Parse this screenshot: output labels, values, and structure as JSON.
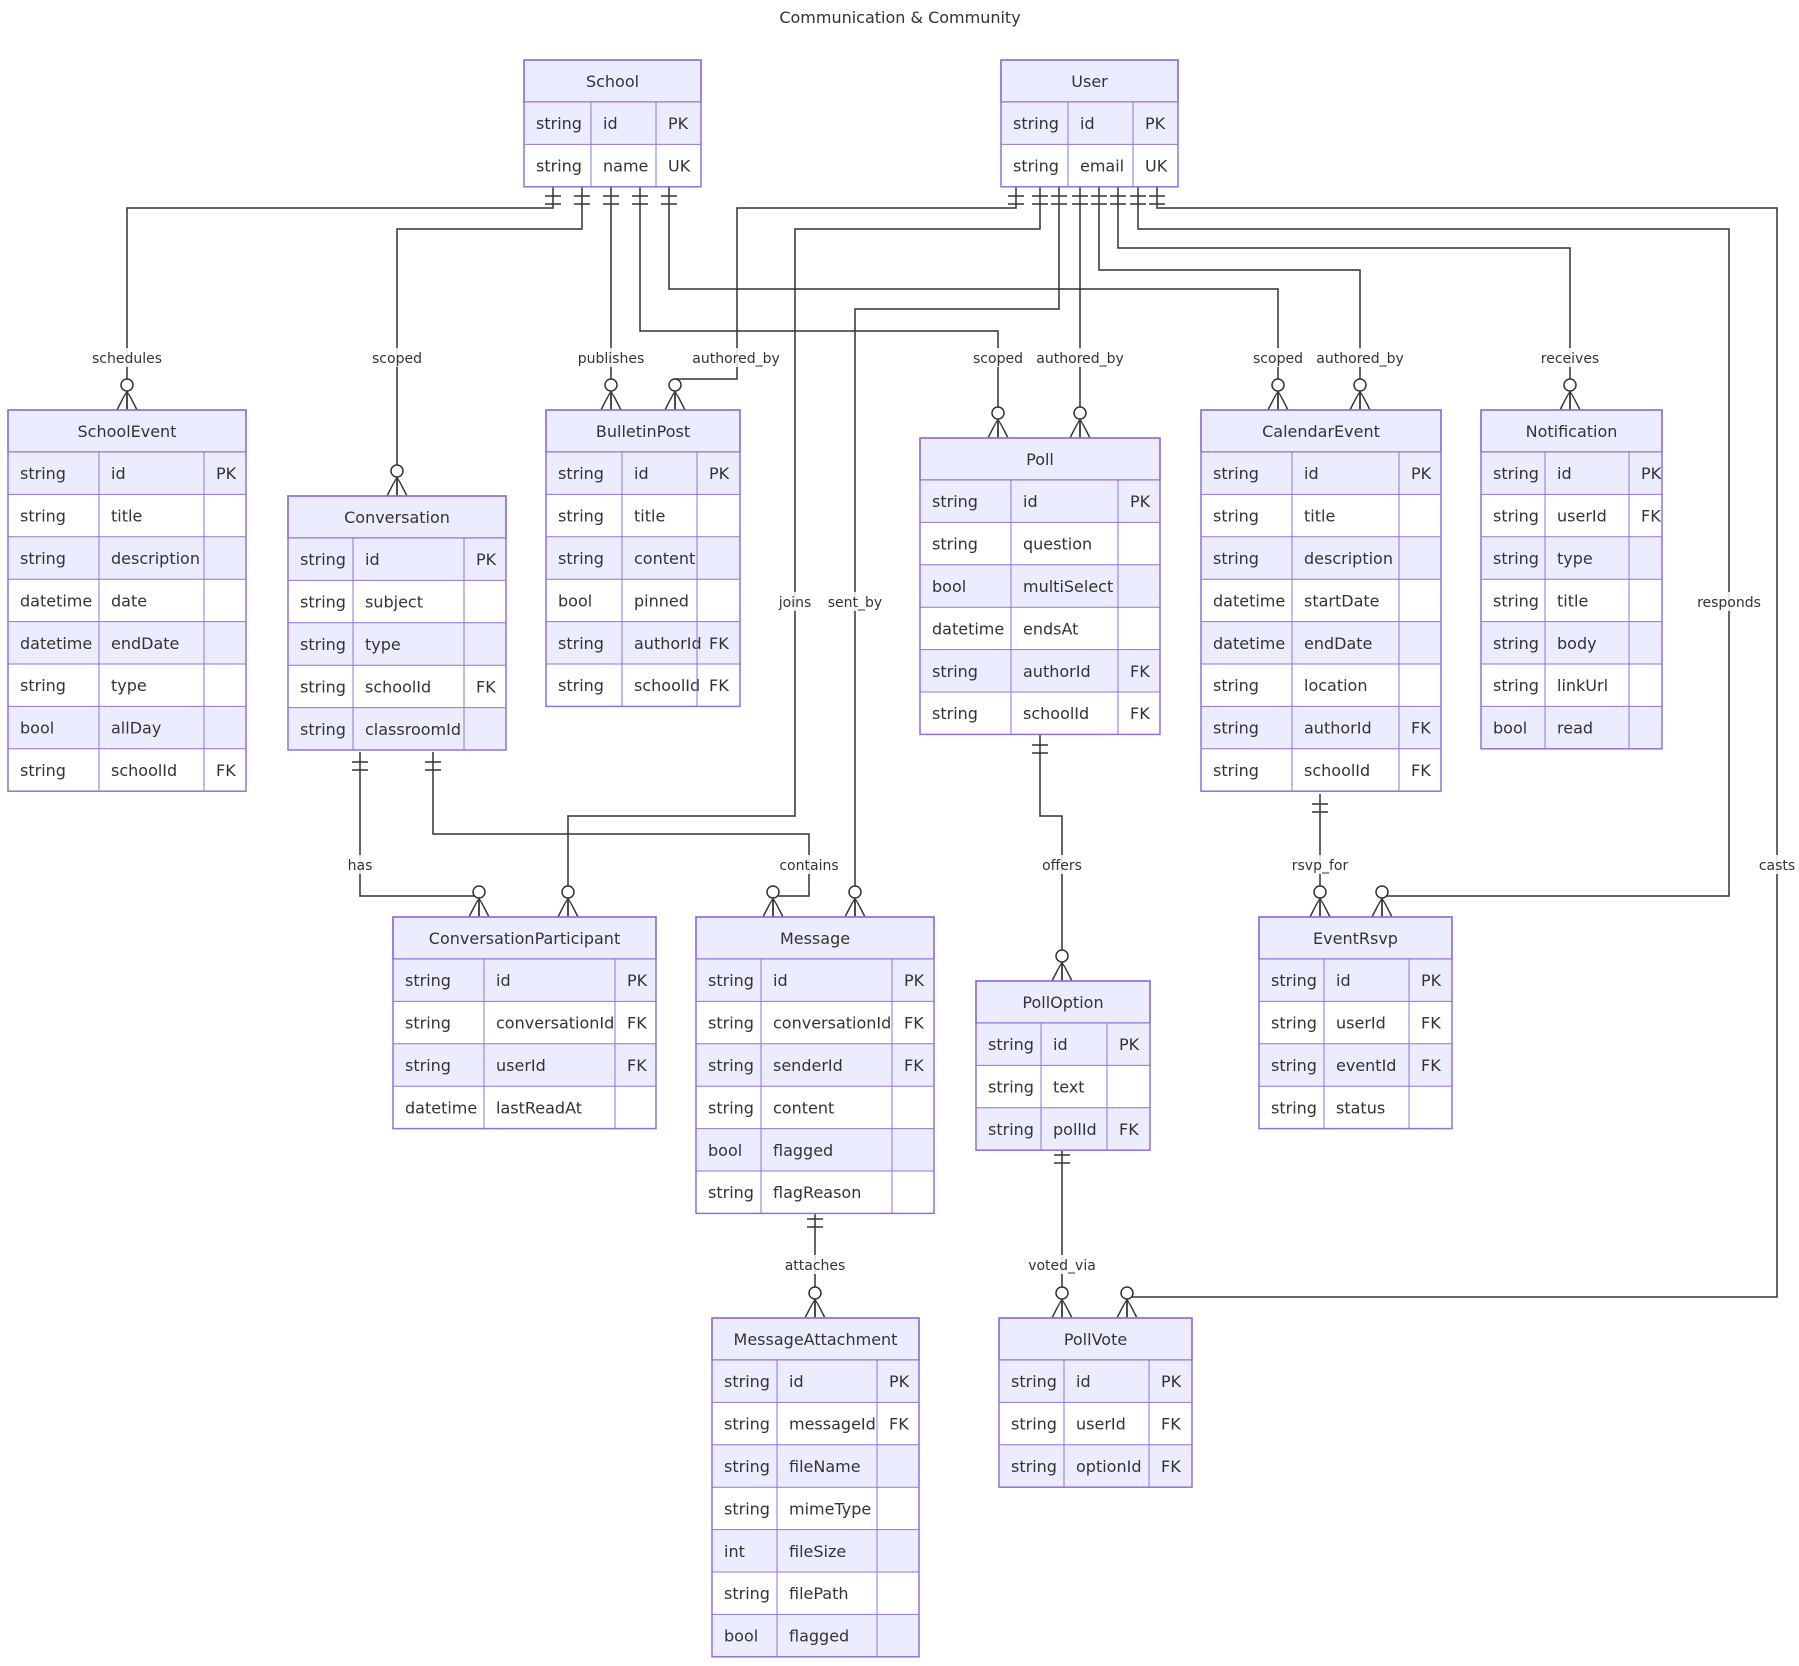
{
  "title": "Communication & Community",
  "entities": [
    {
      "id": "School",
      "name": "School",
      "attrs": [
        [
          "string",
          "id",
          "PK"
        ],
        [
          "string",
          "name",
          "UK"
        ]
      ]
    },
    {
      "id": "User",
      "name": "User",
      "attrs": [
        [
          "string",
          "id",
          "PK"
        ],
        [
          "string",
          "email",
          "UK"
        ]
      ]
    },
    {
      "id": "SchoolEvent",
      "name": "SchoolEvent",
      "attrs": [
        [
          "string",
          "id",
          "PK"
        ],
        [
          "string",
          "title",
          ""
        ],
        [
          "string",
          "description",
          ""
        ],
        [
          "datetime",
          "date",
          ""
        ],
        [
          "datetime",
          "endDate",
          ""
        ],
        [
          "string",
          "type",
          ""
        ],
        [
          "bool",
          "allDay",
          ""
        ],
        [
          "string",
          "schoolId",
          "FK"
        ]
      ]
    },
    {
      "id": "Conversation",
      "name": "Conversation",
      "attrs": [
        [
          "string",
          "id",
          "PK"
        ],
        [
          "string",
          "subject",
          ""
        ],
        [
          "string",
          "type",
          ""
        ],
        [
          "string",
          "schoolId",
          "FK"
        ],
        [
          "string",
          "classroomId",
          ""
        ]
      ]
    },
    {
      "id": "BulletinPost",
      "name": "BulletinPost",
      "attrs": [
        [
          "string",
          "id",
          "PK"
        ],
        [
          "string",
          "title",
          ""
        ],
        [
          "string",
          "content",
          ""
        ],
        [
          "bool",
          "pinned",
          ""
        ],
        [
          "string",
          "authorId",
          "FK"
        ],
        [
          "string",
          "schoolId",
          "FK"
        ]
      ]
    },
    {
      "id": "Poll",
      "name": "Poll",
      "attrs": [
        [
          "string",
          "id",
          "PK"
        ],
        [
          "string",
          "question",
          ""
        ],
        [
          "bool",
          "multiSelect",
          ""
        ],
        [
          "datetime",
          "endsAt",
          ""
        ],
        [
          "string",
          "authorId",
          "FK"
        ],
        [
          "string",
          "schoolId",
          "FK"
        ]
      ]
    },
    {
      "id": "CalendarEvent",
      "name": "CalendarEvent",
      "attrs": [
        [
          "string",
          "id",
          "PK"
        ],
        [
          "string",
          "title",
          ""
        ],
        [
          "string",
          "description",
          ""
        ],
        [
          "datetime",
          "startDate",
          ""
        ],
        [
          "datetime",
          "endDate",
          ""
        ],
        [
          "string",
          "location",
          ""
        ],
        [
          "string",
          "authorId",
          "FK"
        ],
        [
          "string",
          "schoolId",
          "FK"
        ]
      ]
    },
    {
      "id": "Notification",
      "name": "Notification",
      "attrs": [
        [
          "string",
          "id",
          "PK"
        ],
        [
          "string",
          "userId",
          "FK"
        ],
        [
          "string",
          "type",
          ""
        ],
        [
          "string",
          "title",
          ""
        ],
        [
          "string",
          "body",
          ""
        ],
        [
          "string",
          "linkUrl",
          ""
        ],
        [
          "bool",
          "read",
          ""
        ]
      ]
    },
    {
      "id": "ConversationParticipant",
      "name": "ConversationParticipant",
      "attrs": [
        [
          "string",
          "id",
          "PK"
        ],
        [
          "string",
          "conversationId",
          "FK"
        ],
        [
          "string",
          "userId",
          "FK"
        ],
        [
          "datetime",
          "lastReadAt",
          ""
        ]
      ]
    },
    {
      "id": "Message",
      "name": "Message",
      "attrs": [
        [
          "string",
          "id",
          "PK"
        ],
        [
          "string",
          "conversationId",
          "FK"
        ],
        [
          "string",
          "senderId",
          "FK"
        ],
        [
          "string",
          "content",
          ""
        ],
        [
          "bool",
          "flagged",
          ""
        ],
        [
          "string",
          "flagReason",
          ""
        ]
      ]
    },
    {
      "id": "PollOption",
      "name": "PollOption",
      "attrs": [
        [
          "string",
          "id",
          "PK"
        ],
        [
          "string",
          "text",
          ""
        ],
        [
          "string",
          "pollId",
          "FK"
        ]
      ]
    },
    {
      "id": "EventRsvp",
      "name": "EventRsvp",
      "attrs": [
        [
          "string",
          "id",
          "PK"
        ],
        [
          "string",
          "userId",
          "FK"
        ],
        [
          "string",
          "eventId",
          "FK"
        ],
        [
          "string",
          "status",
          ""
        ]
      ]
    },
    {
      "id": "MessageAttachment",
      "name": "MessageAttachment",
      "attrs": [
        [
          "string",
          "id",
          "PK"
        ],
        [
          "string",
          "messageId",
          "FK"
        ],
        [
          "string",
          "fileName",
          ""
        ],
        [
          "string",
          "mimeType",
          ""
        ],
        [
          "int",
          "fileSize",
          ""
        ],
        [
          "string",
          "filePath",
          ""
        ],
        [
          "bool",
          "flagged",
          ""
        ]
      ]
    },
    {
      "id": "PollVote",
      "name": "PollVote",
      "attrs": [
        [
          "string",
          "id",
          "PK"
        ],
        [
          "string",
          "userId",
          "FK"
        ],
        [
          "string",
          "optionId",
          "FK"
        ]
      ]
    }
  ],
  "relationships": [
    {
      "id": "school-schedules",
      "from": "School",
      "to": "SchoolEvent",
      "label": "schedules"
    },
    {
      "id": "school-scoped-conversation",
      "from": "School",
      "to": "Conversation",
      "label": "scoped"
    },
    {
      "id": "school-publishes",
      "from": "School",
      "to": "BulletinPost",
      "label": "publishes"
    },
    {
      "id": "user-authored-bulletin",
      "from": "User",
      "to": "BulletinPost",
      "label": "authored_by"
    },
    {
      "id": "school-scoped-poll",
      "from": "School",
      "to": "Poll",
      "label": "scoped"
    },
    {
      "id": "user-authored-poll",
      "from": "User",
      "to": "Poll",
      "label": "authored_by"
    },
    {
      "id": "school-scoped-calendar",
      "from": "School",
      "to": "CalendarEvent",
      "label": "scoped"
    },
    {
      "id": "user-authored-calendar",
      "from": "User",
      "to": "CalendarEvent",
      "label": "authored_by"
    },
    {
      "id": "user-receives",
      "from": "User",
      "to": "Notification",
      "label": "receives"
    },
    {
      "id": "user-joins",
      "from": "User",
      "to": "ConversationParticipant",
      "label": "joins"
    },
    {
      "id": "user-sent-by",
      "from": "User",
      "to": "Message",
      "label": "sent_by"
    },
    {
      "id": "user-responds",
      "from": "User",
      "to": "EventRsvp",
      "label": "responds"
    },
    {
      "id": "user-casts",
      "from": "User",
      "to": "PollVote",
      "label": "casts"
    },
    {
      "id": "conversation-has",
      "from": "Conversation",
      "to": "ConversationParticipant",
      "label": "has"
    },
    {
      "id": "conversation-contains",
      "from": "Conversation",
      "to": "Message",
      "label": "contains"
    },
    {
      "id": "poll-offers",
      "from": "Poll",
      "to": "PollOption",
      "label": "offers"
    },
    {
      "id": "calendar-rsvp-for",
      "from": "CalendarEvent",
      "to": "EventRsvp",
      "label": "rsvp_for"
    },
    {
      "id": "message-attaches",
      "from": "Message",
      "to": "MessageAttachment",
      "label": "attaches"
    },
    {
      "id": "polloption-voted-via",
      "from": "PollOption",
      "to": "PollVote",
      "label": "voted_via"
    }
  ]
}
